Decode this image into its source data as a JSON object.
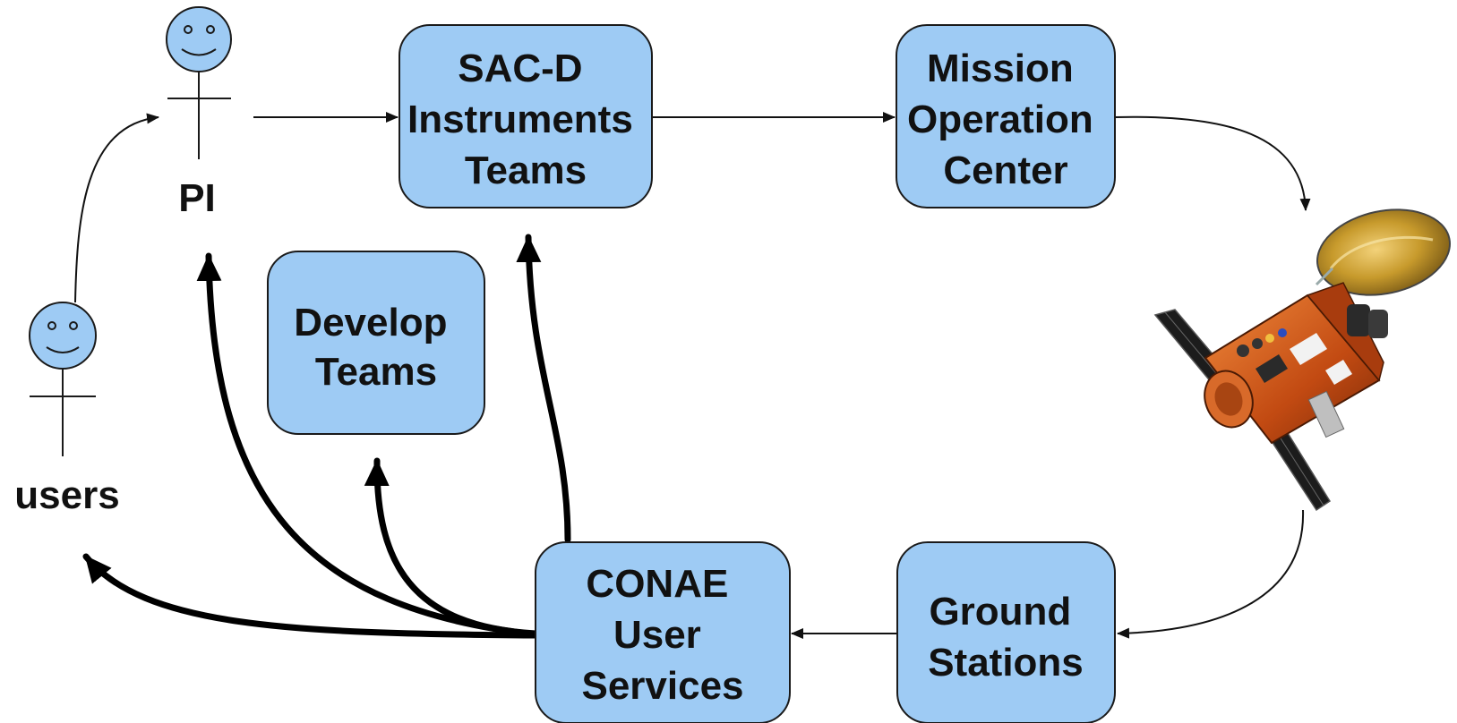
{
  "boxes": {
    "sacd": [
      "SAC-D",
      "Instruments",
      "Teams"
    ],
    "moc": [
      "Mission",
      "Operation",
      "Center"
    ],
    "develop": [
      "Develop",
      "Teams"
    ],
    "conae": [
      "CONAE",
      "User",
      "Services"
    ],
    "ground": [
      "Ground",
      "Stations"
    ]
  },
  "actors": {
    "pi": "PI",
    "users": "users"
  },
  "icons": {
    "satellite": "satellite-icon",
    "actor": "stick-figure-icon"
  },
  "colors": {
    "box_fill": "#9ecbf4",
    "stroke": "#111111"
  }
}
